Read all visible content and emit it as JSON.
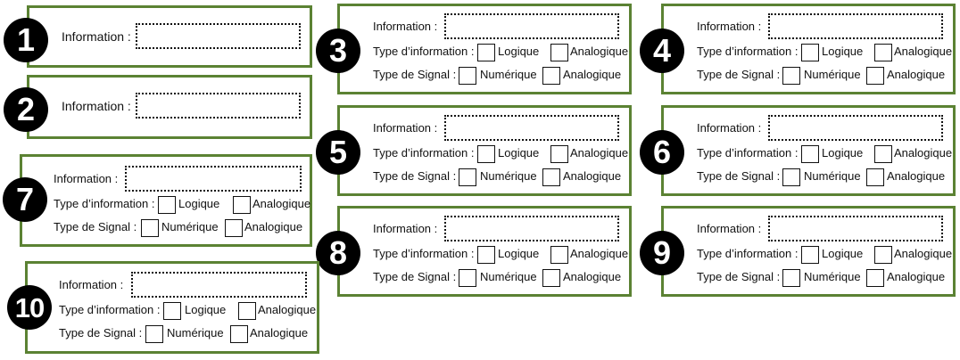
{
  "labels": {
    "information": "Information :",
    "type_information": "Type d’information :",
    "type_signal": "Type de Signal :",
    "logique": "Logique",
    "analogique": "Analogique",
    "numerique": "Numérique"
  },
  "badges": [
    "1",
    "2",
    "3",
    "4",
    "5",
    "6",
    "7",
    "8",
    "9",
    "10"
  ],
  "colors": {
    "panel_border": "#5b8233",
    "badge_bg": "#000000"
  }
}
